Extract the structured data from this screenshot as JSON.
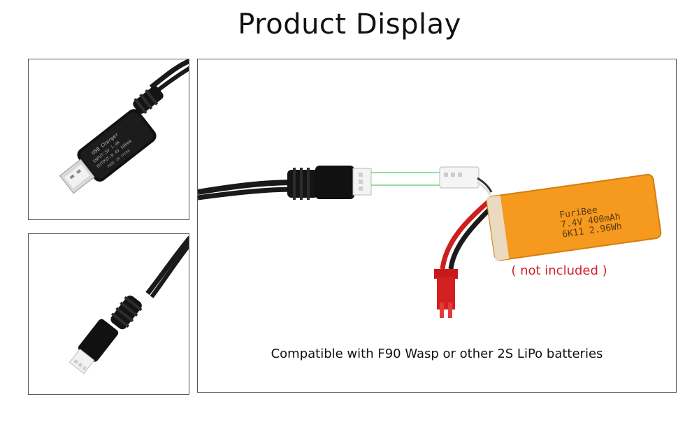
{
  "header": {
    "title": "Product Display"
  },
  "charger": {
    "label_lines": [
      "USB Charger",
      "INPUT:5V 1.0A",
      "OUTPUT:8.4V 500mA",
      "MADE IN CHINA"
    ]
  },
  "battery": {
    "label_lines": [
      "FuriBee",
      "7.4V 400mAh",
      "6K11 2.96Wh"
    ]
  },
  "main": {
    "not_included": "( not included )",
    "caption": "Compatible with F90 Wasp or other 2S LiPo batteries"
  },
  "colors": {
    "battery": "#f59a1f",
    "note": "#d2202f",
    "guide_line": "#2bbf3a"
  }
}
